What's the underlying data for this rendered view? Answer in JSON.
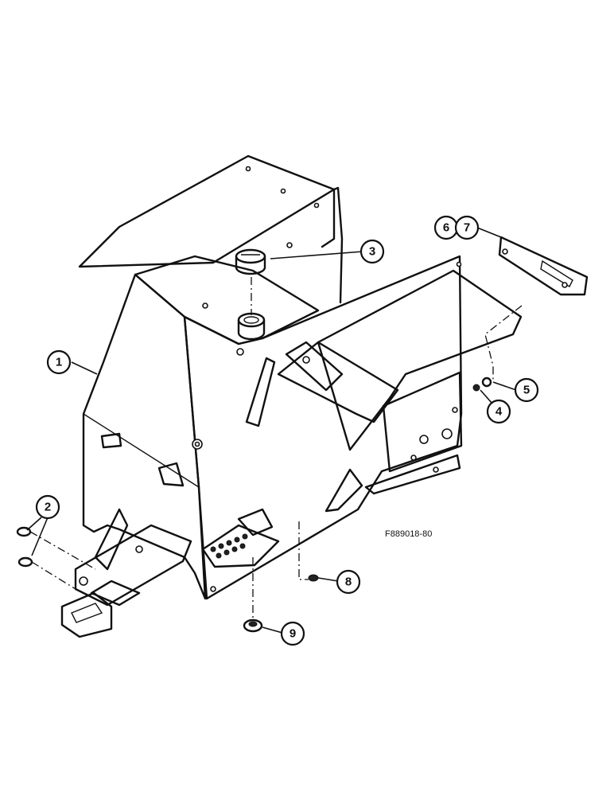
{
  "figure_ref": "F889018-80",
  "callouts": [
    {
      "id": "c1",
      "label": "1"
    },
    {
      "id": "c2",
      "label": "2"
    },
    {
      "id": "c3",
      "label": "3"
    },
    {
      "id": "c4",
      "label": "4"
    },
    {
      "id": "c5",
      "label": "5"
    },
    {
      "id": "c6",
      "label": "6"
    },
    {
      "id": "c7",
      "label": "7"
    },
    {
      "id": "c8",
      "label": "8"
    },
    {
      "id": "c9",
      "label": "9"
    }
  ]
}
